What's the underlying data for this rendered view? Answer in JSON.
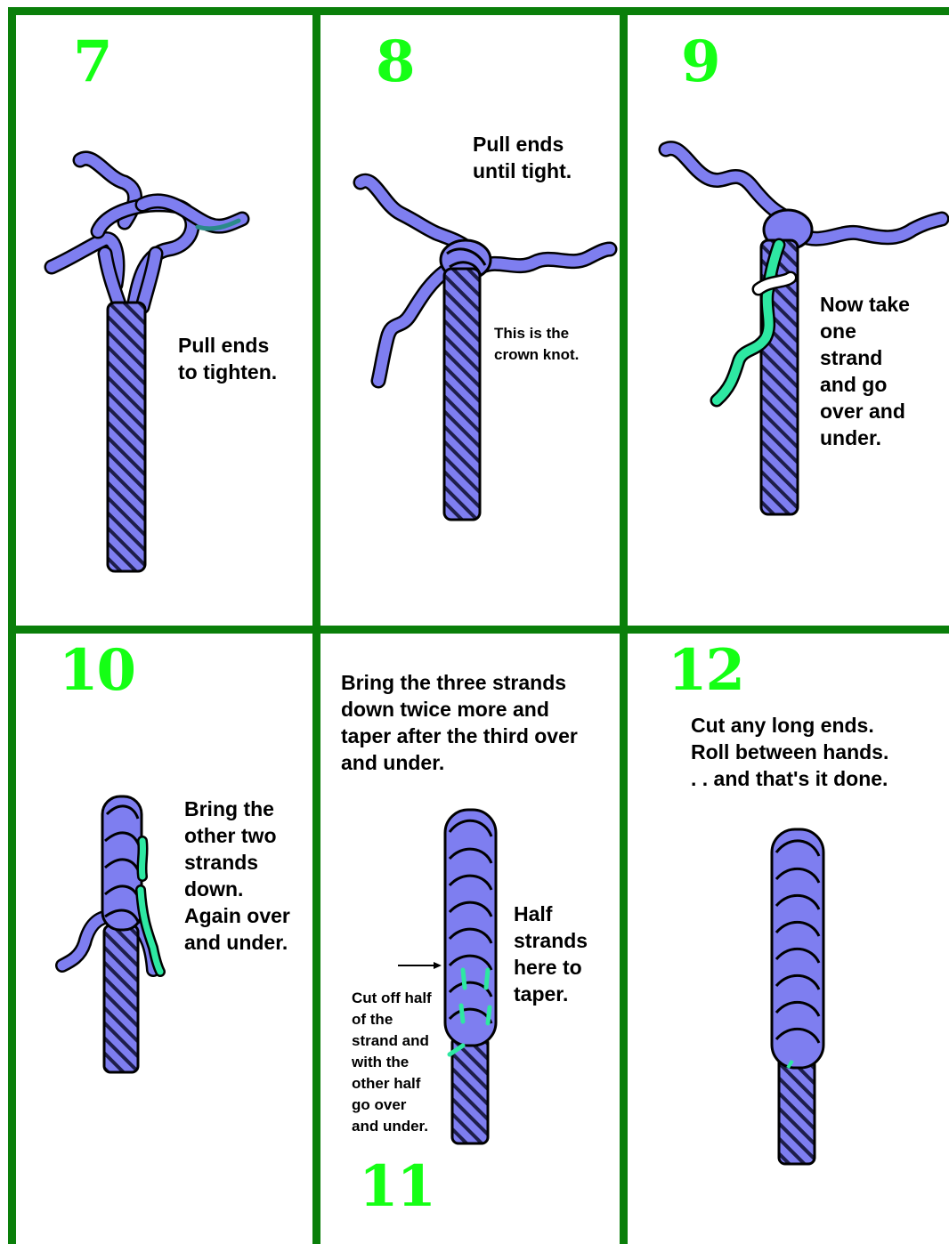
{
  "colors": {
    "border": "#0a7f0a",
    "step_number": "#15ff15",
    "rope_fill": "#7e7ef0",
    "rope_stroke": "#000000",
    "rope_stripe": "#1e1e4a",
    "highlight_strand": "#2ee8a2",
    "background": "#ffffff"
  },
  "panels": [
    {
      "step": "7",
      "caption": "Pull ends\nto tighten."
    },
    {
      "step": "8",
      "caption": "Pull ends\nuntil tight.",
      "note": "This is the\ncrown knot."
    },
    {
      "step": "9",
      "caption": "Now take\none\nstrand\nand go\nover and\nunder."
    },
    {
      "step": "10",
      "caption": "Bring the\nother two\nstrands\ndown.\nAgain over\nand under."
    },
    {
      "step": "11",
      "caption": "Bring the three strands\ndown twice more and\ntaper after the third over\nand under.",
      "side_caption": "Half\nstrands\nhere to\ntaper.",
      "note": "Cut off half\nof the\nstrand and\nwith the\nother half\ngo over\nand under."
    },
    {
      "step": "12",
      "caption": "Cut any long ends.\nRoll between hands.\n. . and that's it done."
    }
  ]
}
